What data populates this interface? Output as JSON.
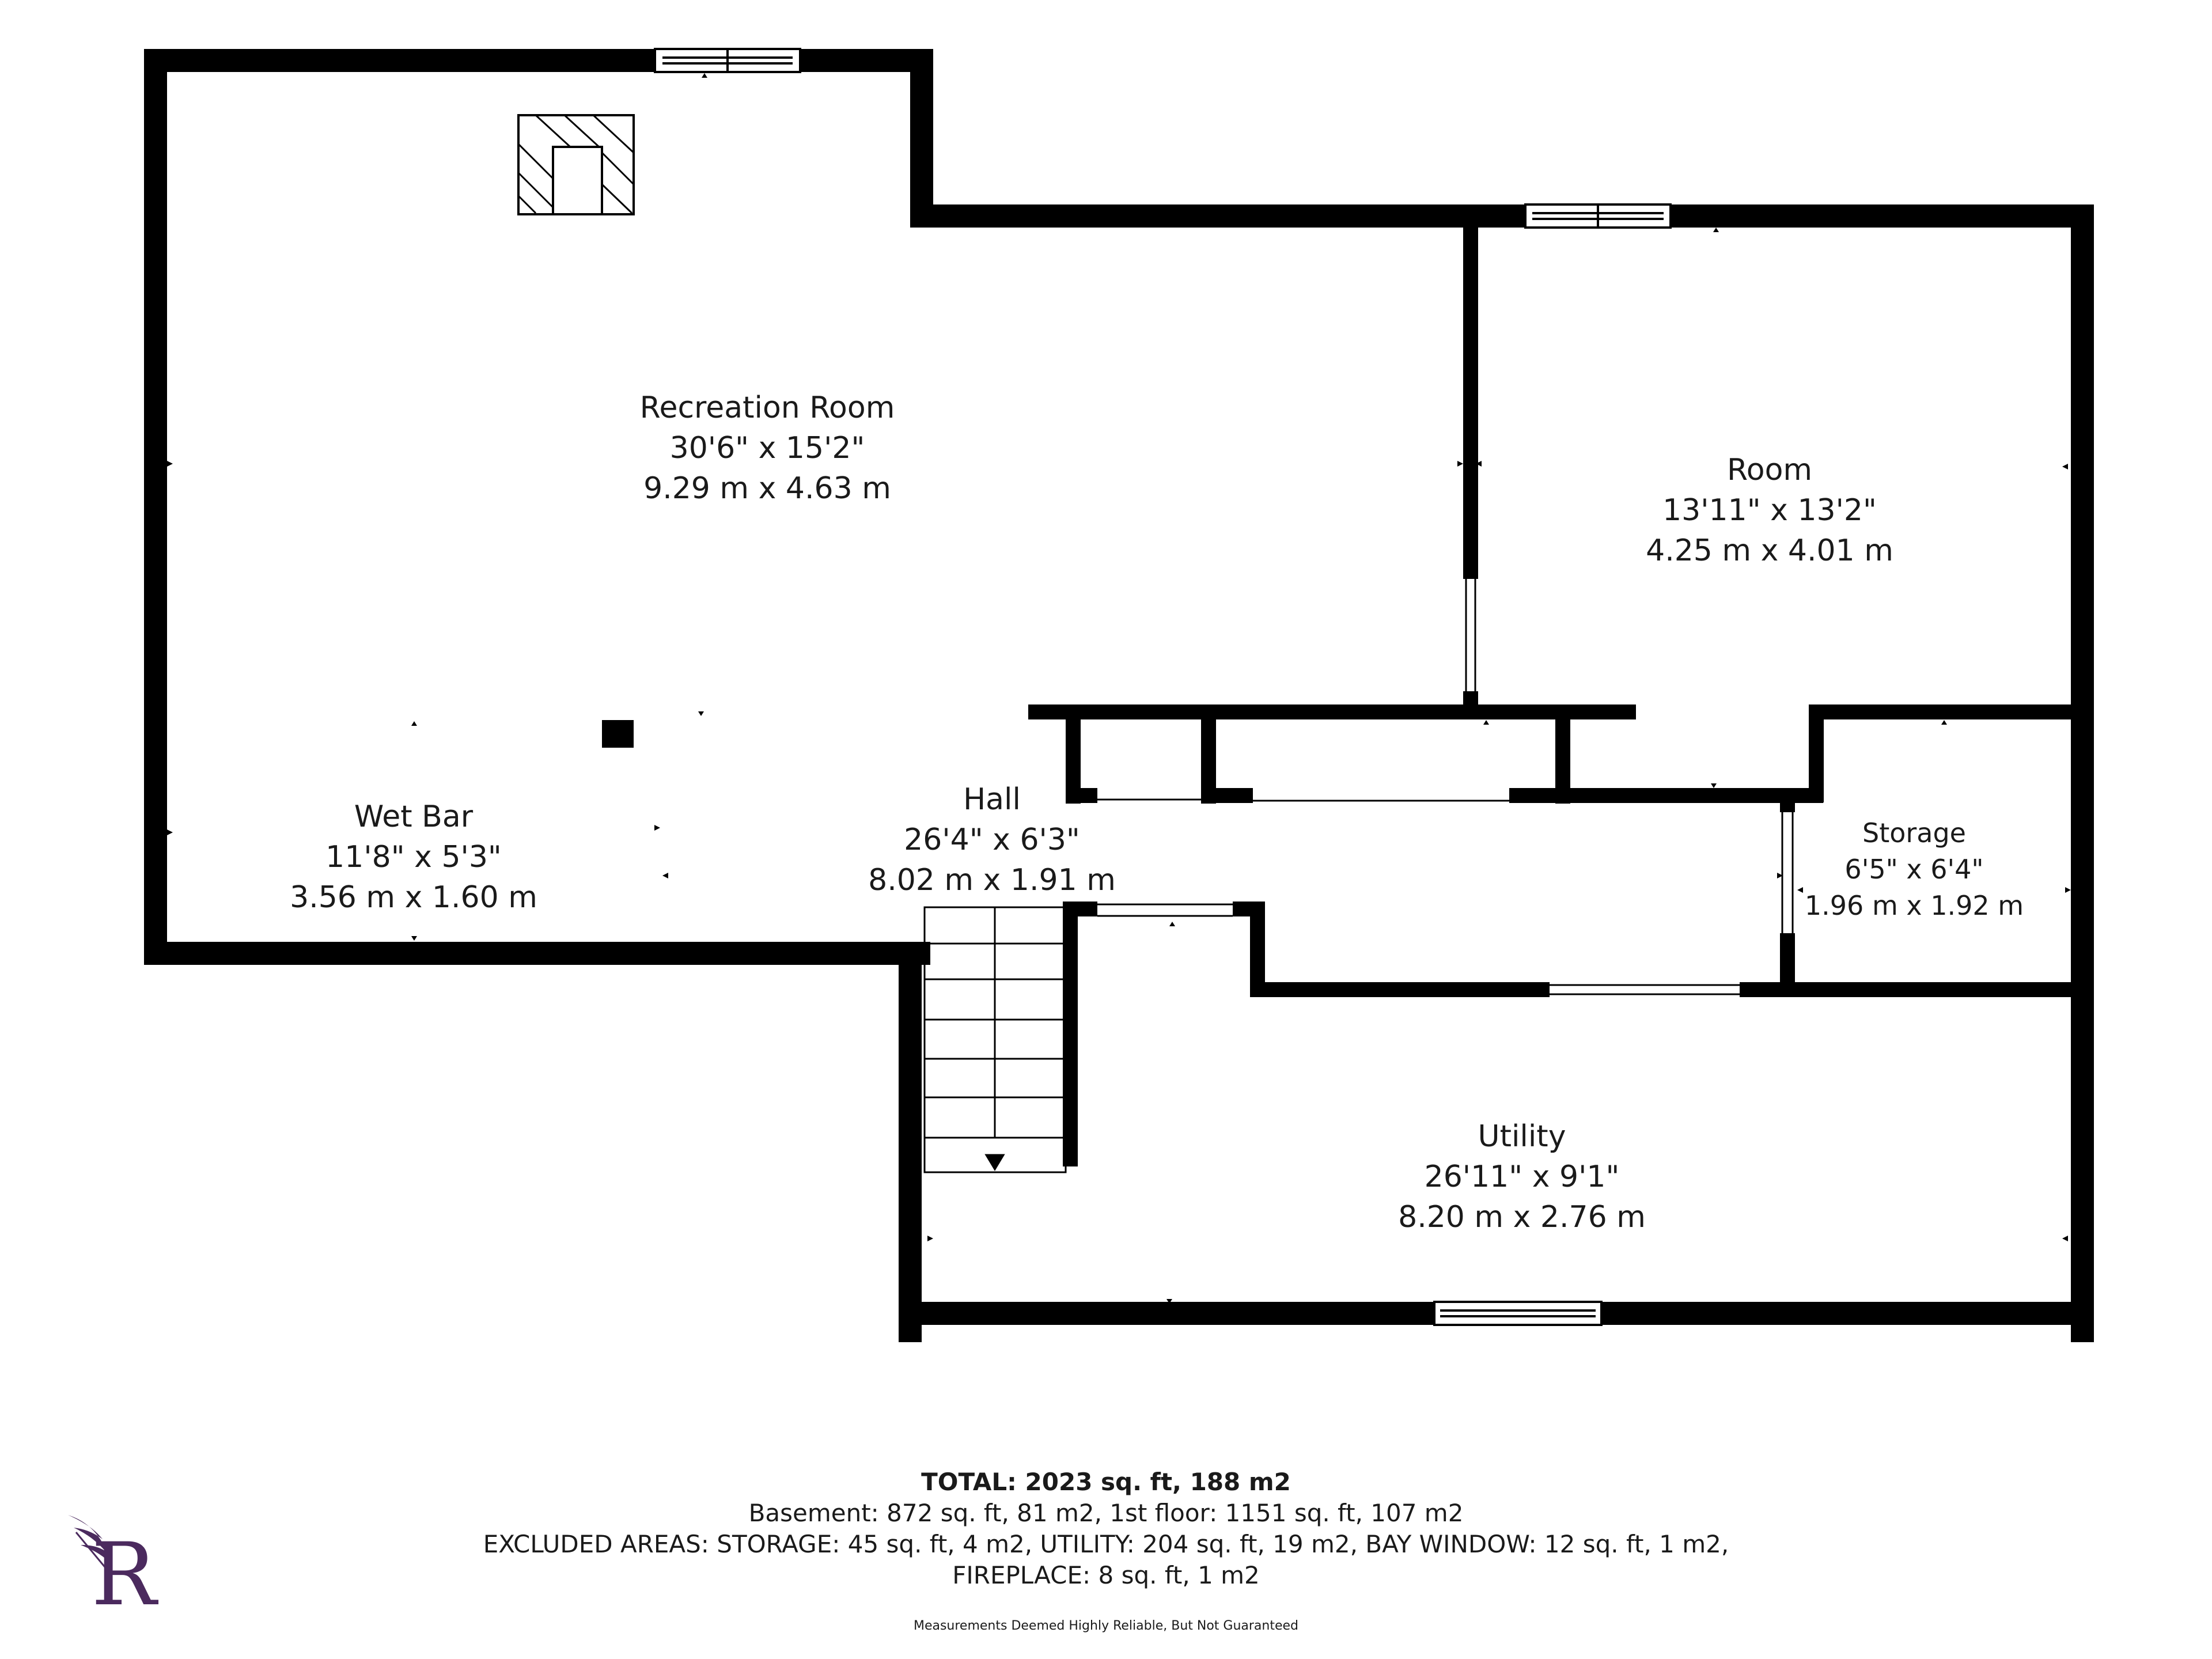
{
  "colors": {
    "wall": "#000000",
    "background": "#ffffff",
    "logo": "#4b2a5e"
  },
  "rooms": {
    "recreation": {
      "name": "Recreation Room",
      "imperial": "30'6\" x 15'2\"",
      "metric": "9.29 m x 4.63 m"
    },
    "room": {
      "name": "Room",
      "imperial": "13'11\" x 13'2\"",
      "metric": "4.25 m x 4.01 m"
    },
    "wetbar": {
      "name": "Wet Bar",
      "imperial": "11'8\" x 5'3\"",
      "metric": "3.56 m x 1.60 m"
    },
    "hall": {
      "name": "Hall",
      "imperial": "26'4\" x 6'3\"",
      "metric": "8.02 m x 1.91 m"
    },
    "storage": {
      "name": "Storage",
      "imperial": "6'5\" x 6'4\"",
      "metric": "1.96 m x 1.92 m"
    },
    "utility": {
      "name": "Utility",
      "imperial": "26'11\" x 9'1\"",
      "metric": "8.20 m x 2.76 m"
    }
  },
  "footer": {
    "total": "TOTAL: 2023 sq. ft, 188 m2",
    "line1": "Basement: 872 sq. ft, 81 m2, 1st floor: 1151 sq. ft, 107 m2",
    "line2": "EXCLUDED AREAS: STORAGE: 45 sq. ft, 4 m2, UTILITY: 204 sq. ft, 19 m2, BAY WINDOW: 12 sq. ft, 1 m2,",
    "line3": "FIREPLACE: 8 sq. ft, 1 m2",
    "disclaimer": "Measurements Deemed Highly Reliable, But Not Guaranteed"
  },
  "logo": {
    "letter": "R",
    "icon": "feather-r-logo-icon"
  }
}
